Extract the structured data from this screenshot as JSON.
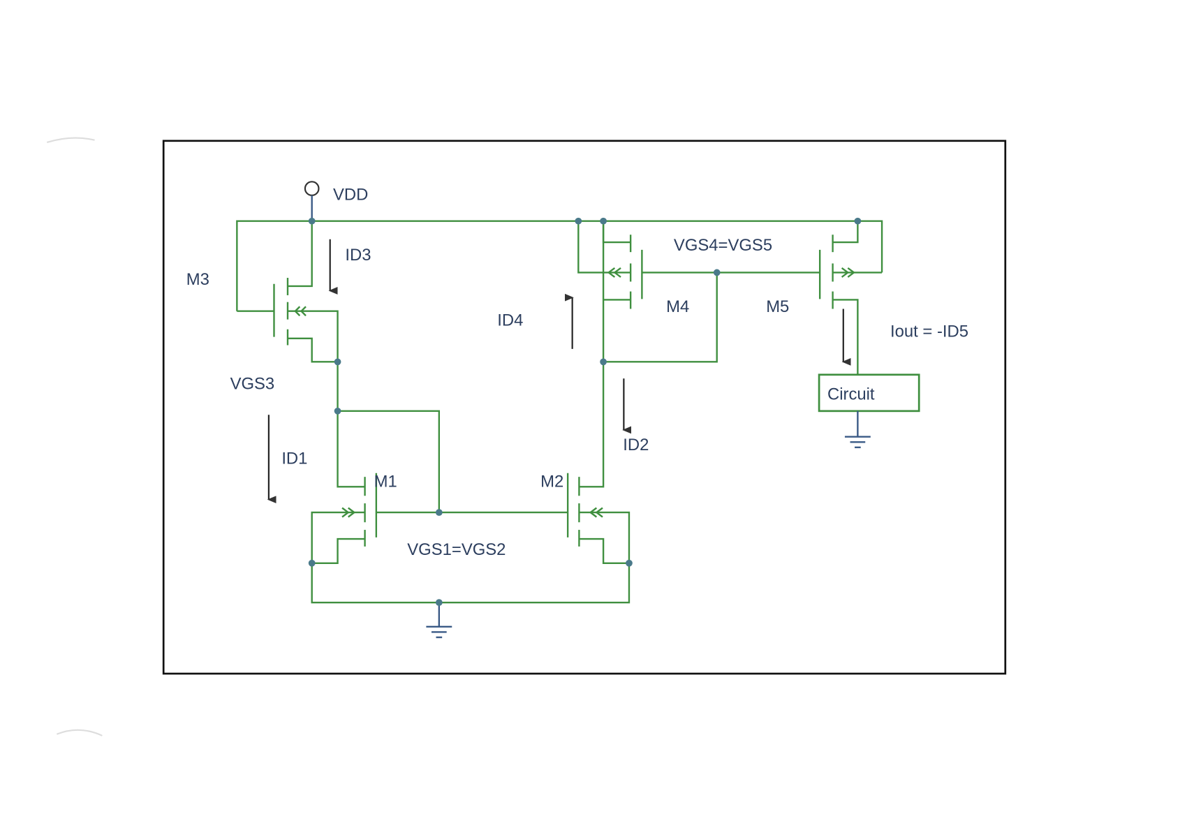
{
  "diagram": {
    "supply_label": "VDD",
    "transistors": {
      "m1": "M1",
      "m2": "M2",
      "m3": "M3",
      "m4": "M4",
      "m5": "M5"
    },
    "currents": {
      "id1": "ID1",
      "id2": "ID2",
      "id3": "ID3",
      "id4": "ID4",
      "iout": "Iout = -ID5"
    },
    "voltages": {
      "vgs3": "VGS3",
      "vgs12": "VGS1=VGS2",
      "vgs45": "VGS4=VGS5"
    },
    "load_label": "Circuit",
    "colors": {
      "wire": "#3f8f3f",
      "node": "#4a7a8a",
      "text": "#2c3e5e",
      "arrow": "#222222"
    }
  }
}
